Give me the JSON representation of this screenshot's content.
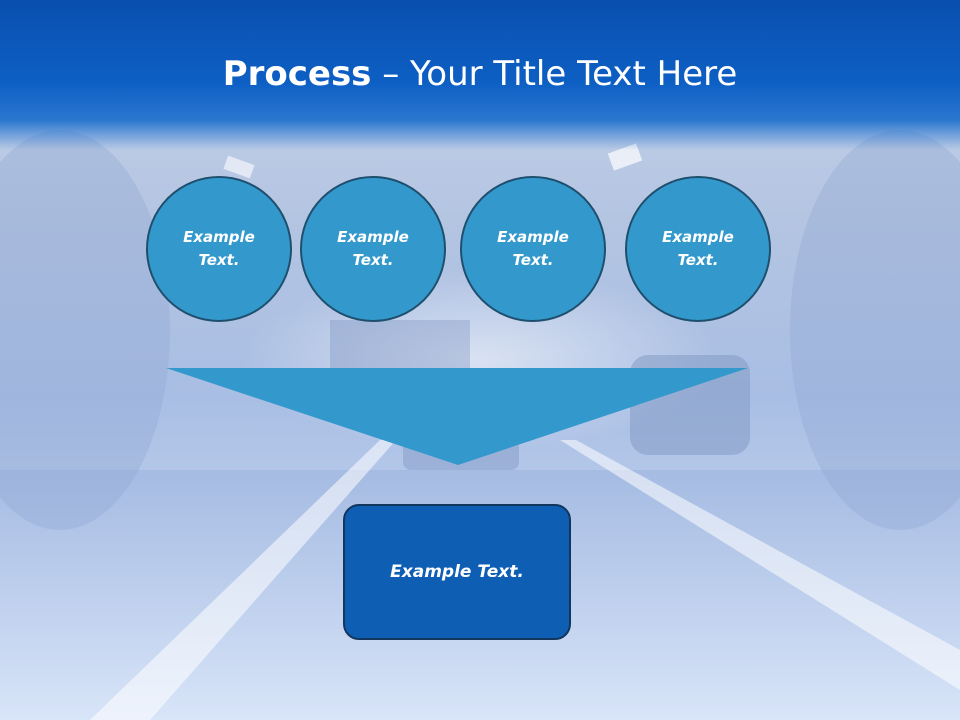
{
  "slide": {
    "title_bold": "Process",
    "title_rest": " – Your Title Text Here"
  },
  "circles": [
    {
      "text": "Example Text."
    },
    {
      "text": "Example Text."
    },
    {
      "text": "Example Text."
    },
    {
      "text": "Example Text."
    }
  ],
  "result": {
    "text": "Example Text."
  },
  "colors": {
    "title_bar": "#0d5fc4",
    "circle_fill": "#3399cc",
    "circle_border": "#1f4f6e",
    "arrow_fill": "#3399cc",
    "result_fill": "#0e5fb4",
    "text": "#ffffff"
  }
}
